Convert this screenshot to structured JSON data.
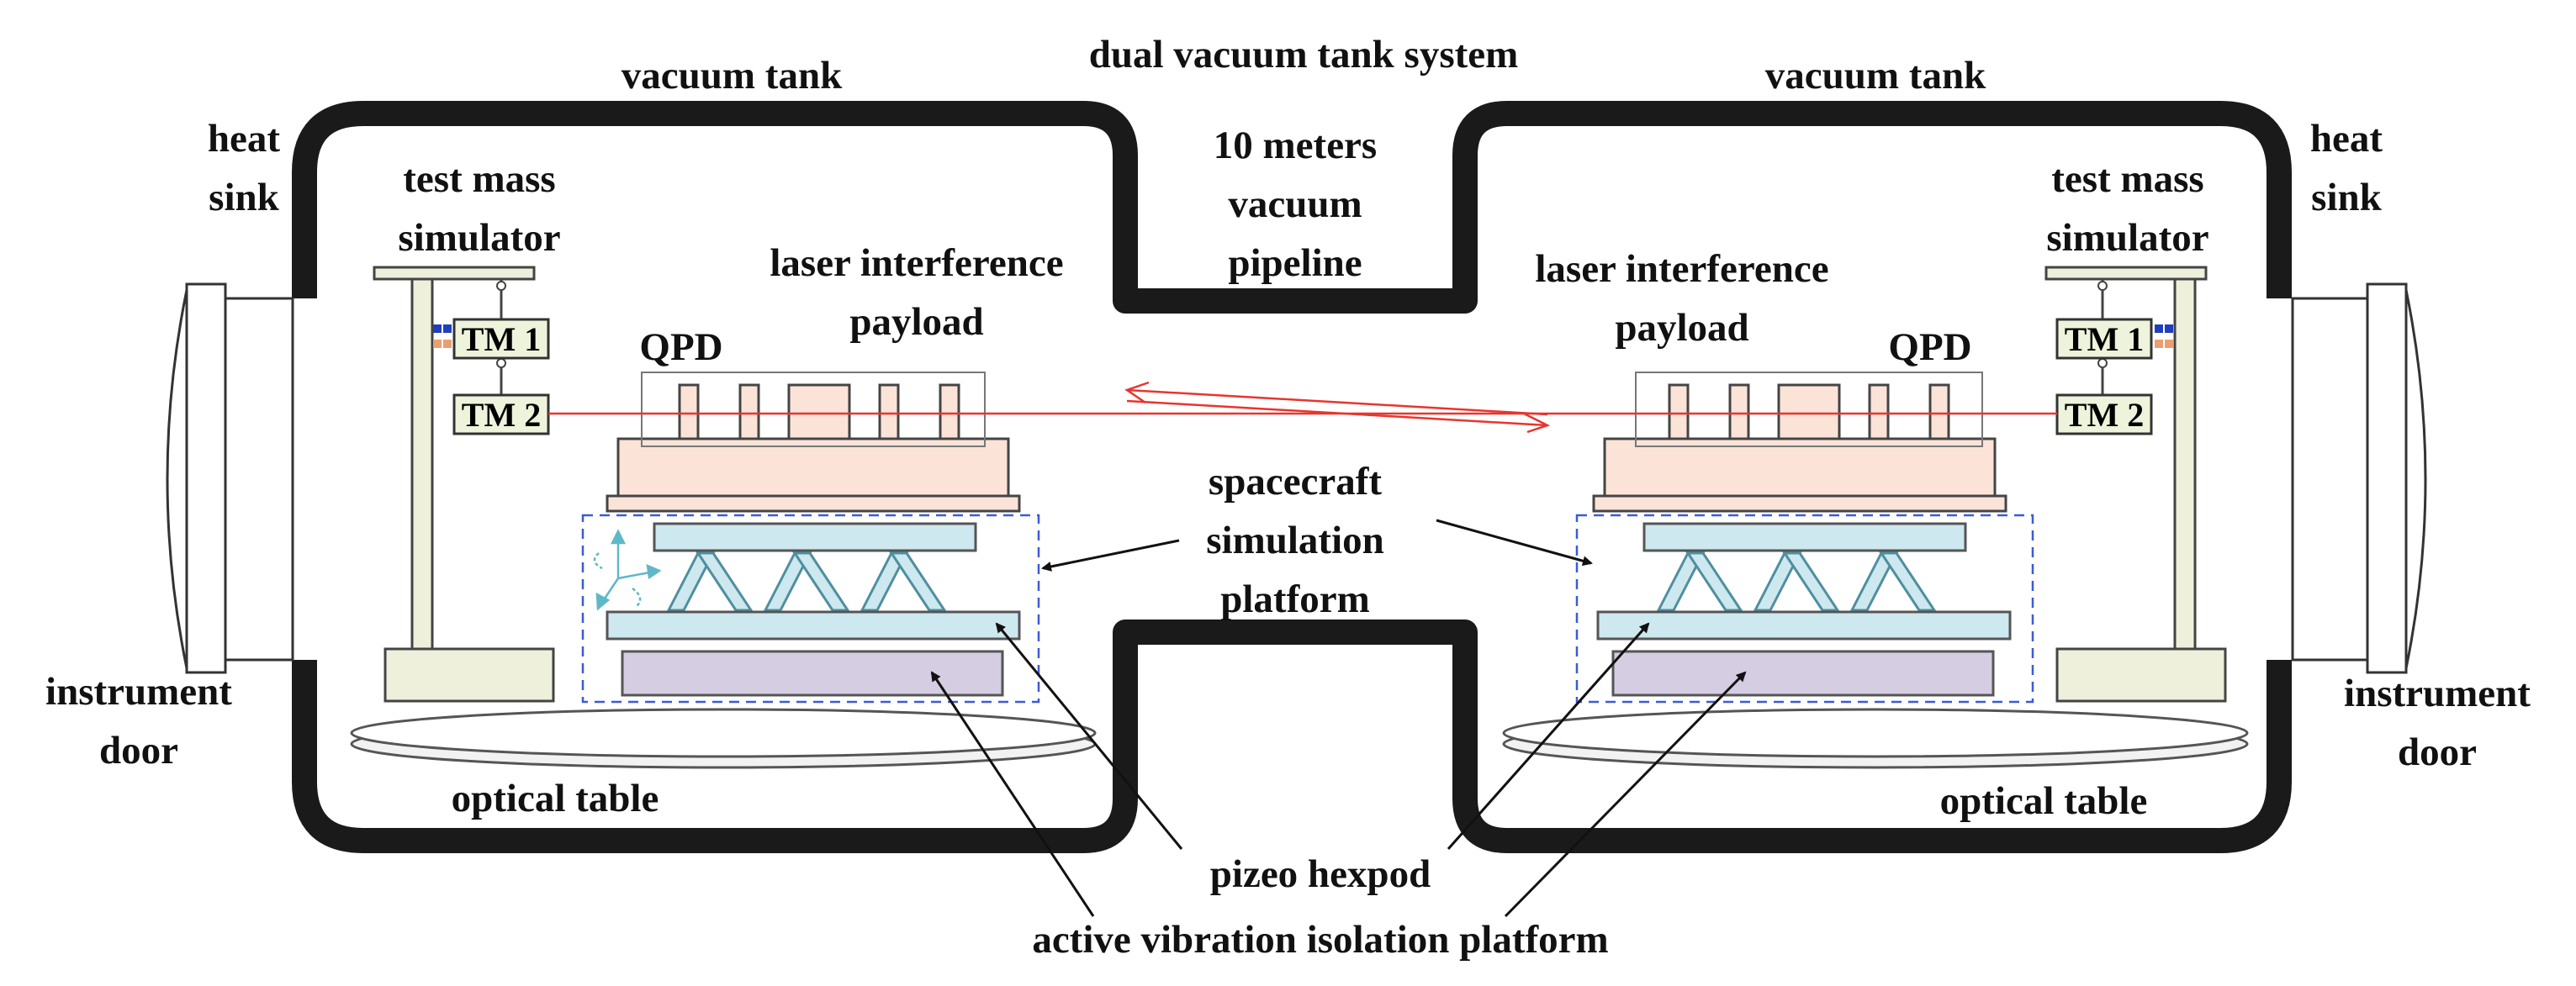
{
  "labels": {
    "system_title": "dual vacuum tank system",
    "vacuum_tank_left": "vacuum tank",
    "vacuum_tank_right": "vacuum tank",
    "heat_sink_left": [
      "heat",
      "sink"
    ],
    "heat_sink_right": [
      "heat",
      "sink"
    ],
    "test_mass_simulator_left": [
      "test mass",
      "simulator"
    ],
    "test_mass_simulator_right": [
      "test mass",
      "simulator"
    ],
    "pipeline": [
      "10 meters",
      "vacuum",
      "pipeline"
    ],
    "payload_left": [
      "laser interference",
      "payload"
    ],
    "payload_right": [
      "laser interference",
      "payload"
    ],
    "qpd_left": "QPD",
    "qpd_right": "QPD",
    "tm1_left": "TM 1",
    "tm2_left": "TM 2",
    "tm1_right": "TM 1",
    "tm2_right": "TM 2",
    "spacecraft_platform": [
      "spacecraft",
      "simulation",
      "platform"
    ],
    "instrument_door_left": [
      "instrument",
      "door"
    ],
    "instrument_door_right": [
      "instrument",
      "door"
    ],
    "optical_table_left": "optical table",
    "optical_table_right": "optical table",
    "hexapod": "pizeo hexpod",
    "isolation_platform": "active vibration isolation platform"
  },
  "colors": {
    "tank_wall": "#1a1a1a",
    "laser_beam": "#e8352e",
    "payload_fill": "#fbe3d8",
    "hexapod_fill": "#cde8ee",
    "hexapod_stroke": "#4e8fa0",
    "isolation_fill": "#d5cde2",
    "tm_fill": "#eef3dc",
    "simulator_frame_fill": "#eef0dc",
    "platform_dash": "#3b5bd6",
    "dof_arrow": "#5fb8c8"
  }
}
